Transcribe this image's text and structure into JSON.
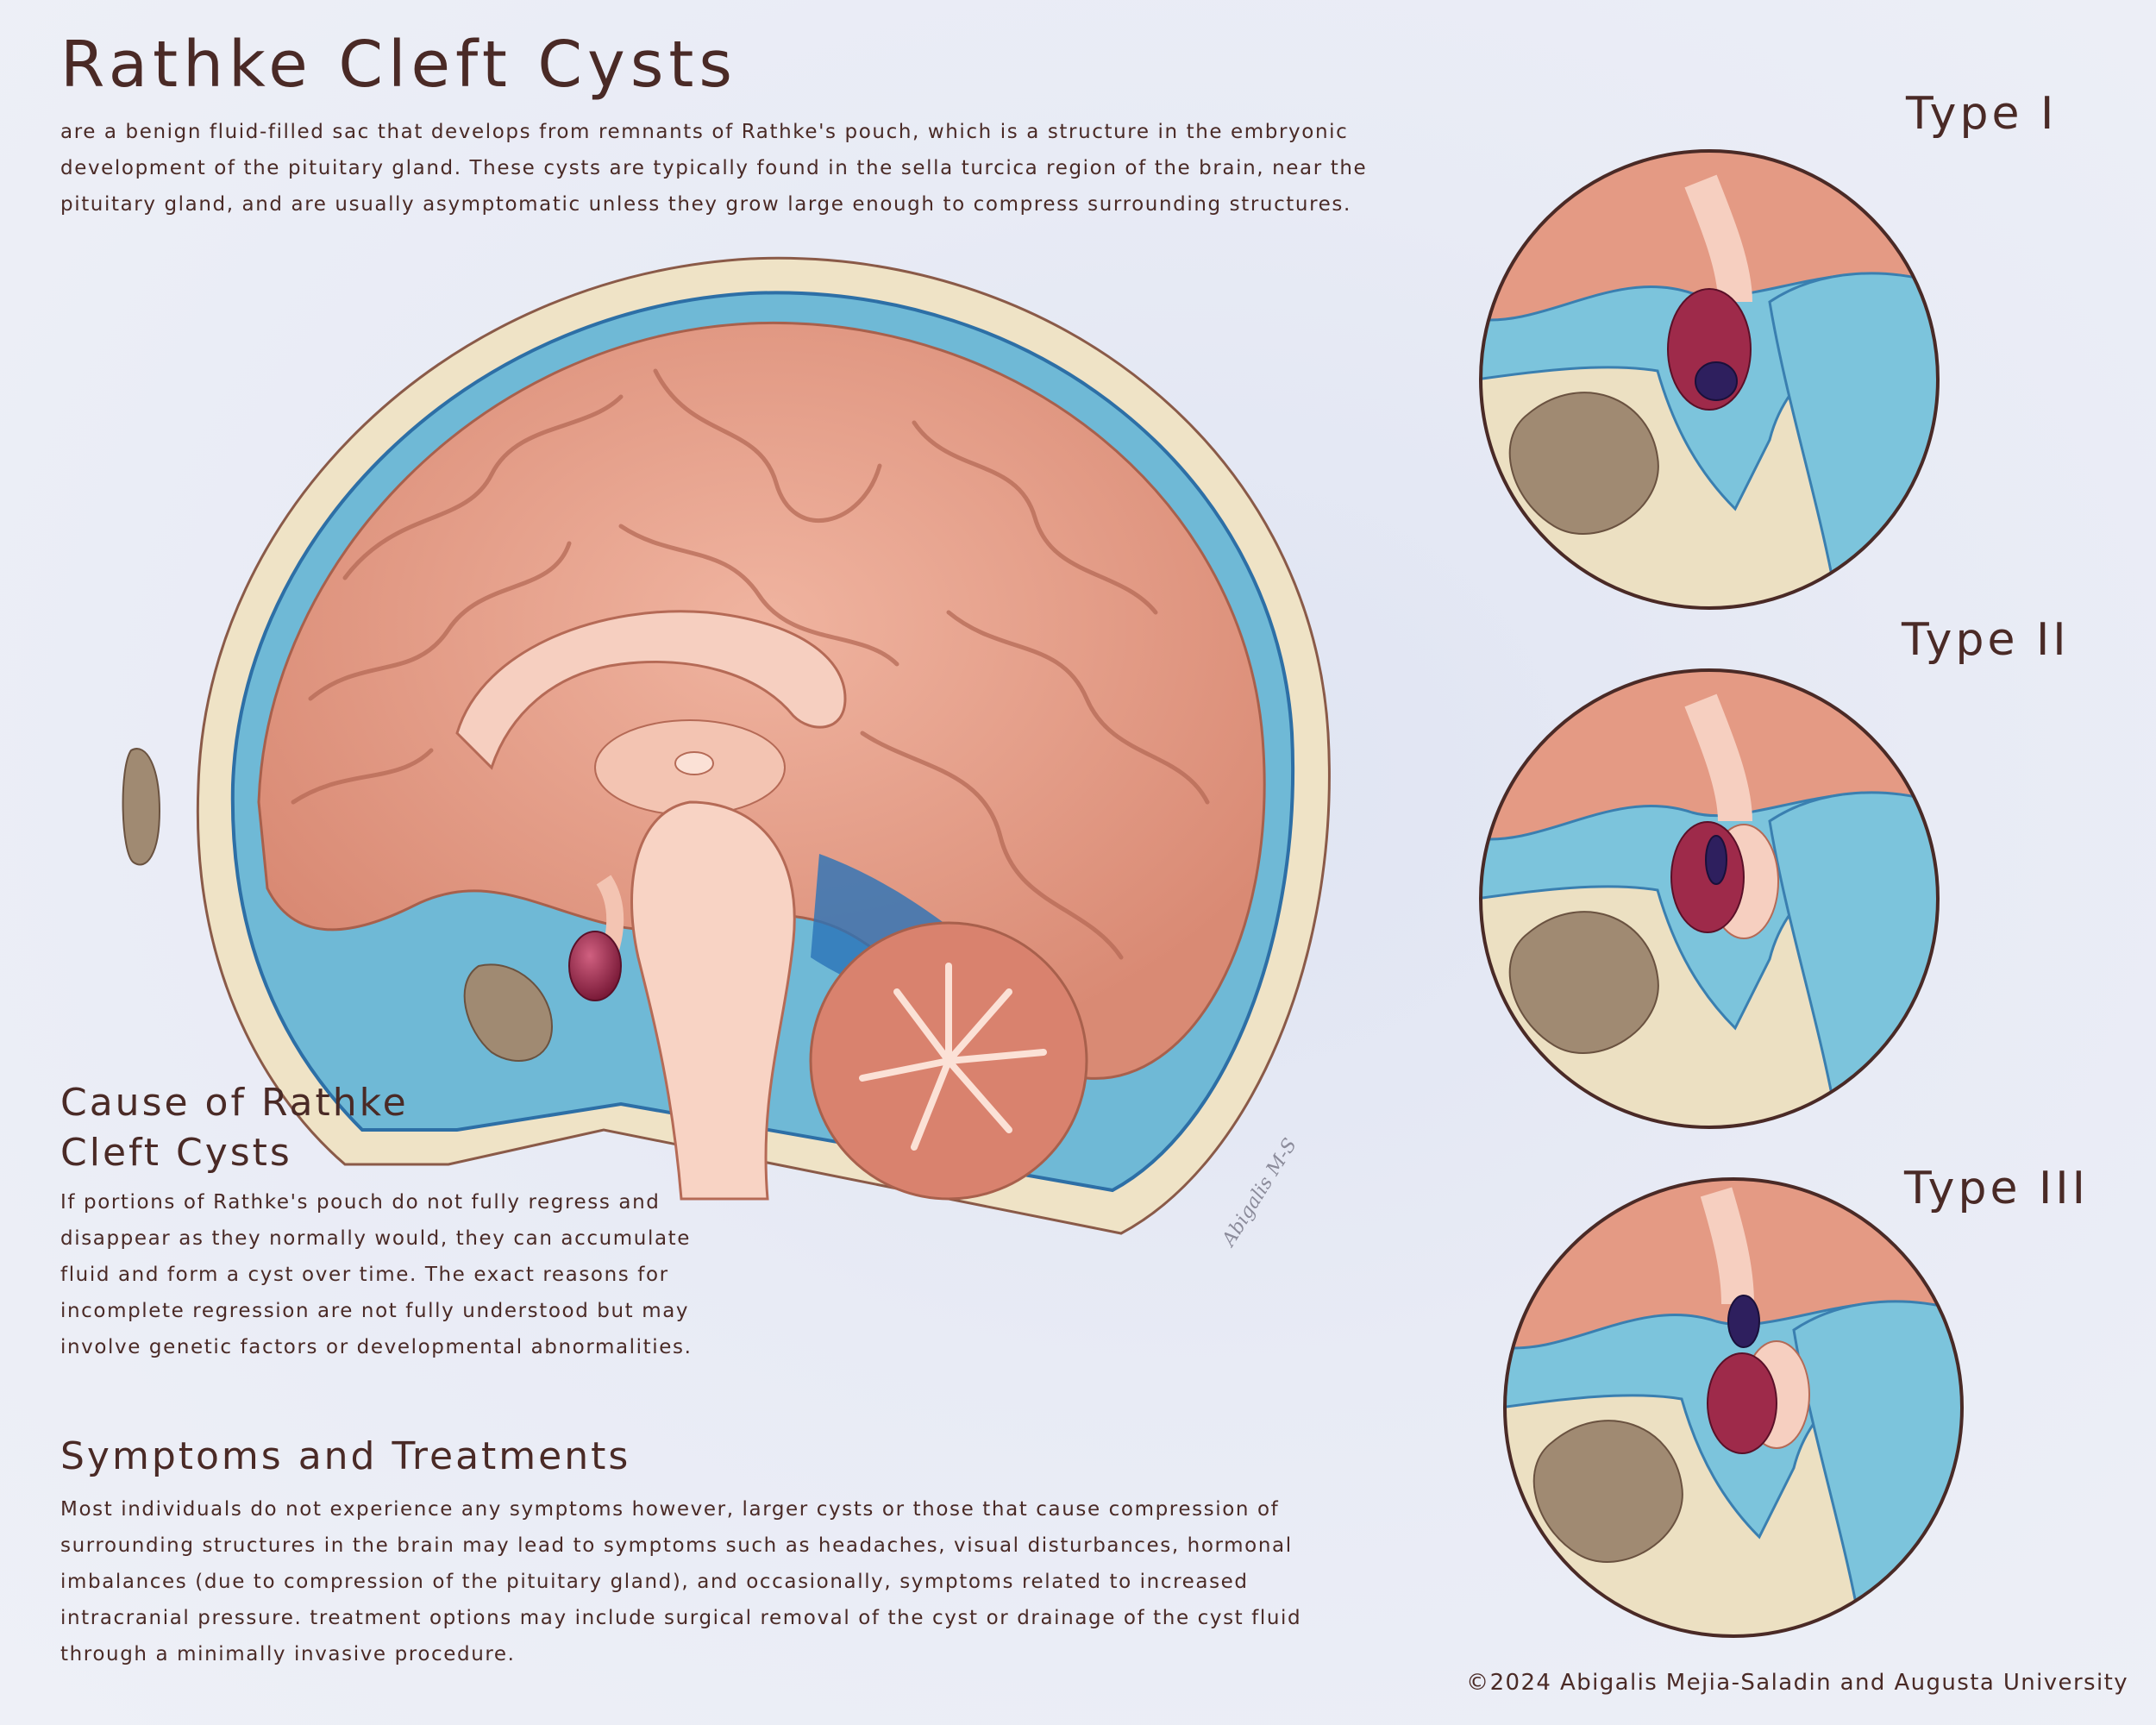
{
  "title": "Rathke Cleft Cysts",
  "intro": "are a benign fluid-filled sac that develops from remnants of Rathke's pouch, which is a structure in the embryonic development of the pituitary gland. These cysts are typically found in the sella turcica region of the brain, near the pituitary gland, and are usually asymptomatic unless they grow large enough to compress surrounding structures.",
  "cause": {
    "heading_line1": "Cause of Rathke",
    "heading_line2": "Cleft Cysts",
    "body": "If portions of Rathke's pouch do not fully regress and disappear as they normally would, they can accumulate fluid and form a cyst over time. The exact reasons for incomplete regression are not fully understood but may involve genetic factors or developmental abnormalities."
  },
  "symptoms": {
    "heading": "Symptoms and Treatments",
    "body": "Most individuals do not experience any symptoms however, larger cysts or those that cause compression of surrounding structures in the brain may lead to symptoms such as headaches, visual disturbances, hormonal imbalances (due to compression of the pituitary gland), and occasionally, symptoms related to increased intracranial pressure. treatment options may include surgical removal of the cyst or drainage of the cyst fluid through a minimally invasive procedure."
  },
  "types": [
    {
      "label": "Type I"
    },
    {
      "label": "Type II"
    },
    {
      "label": "Type III"
    }
  ],
  "signature": "Abigalis M-S",
  "credit": "©2024 Abigalis Mejia-Saladin and Augusta University",
  "colors": {
    "text": "#4a2a26",
    "brain": "#e8a08c",
    "csf": "#7cc4dc",
    "bone": "#ece0c2",
    "cyst": "#9e2a4a",
    "cyst_dark": "#2e1f5e"
  }
}
